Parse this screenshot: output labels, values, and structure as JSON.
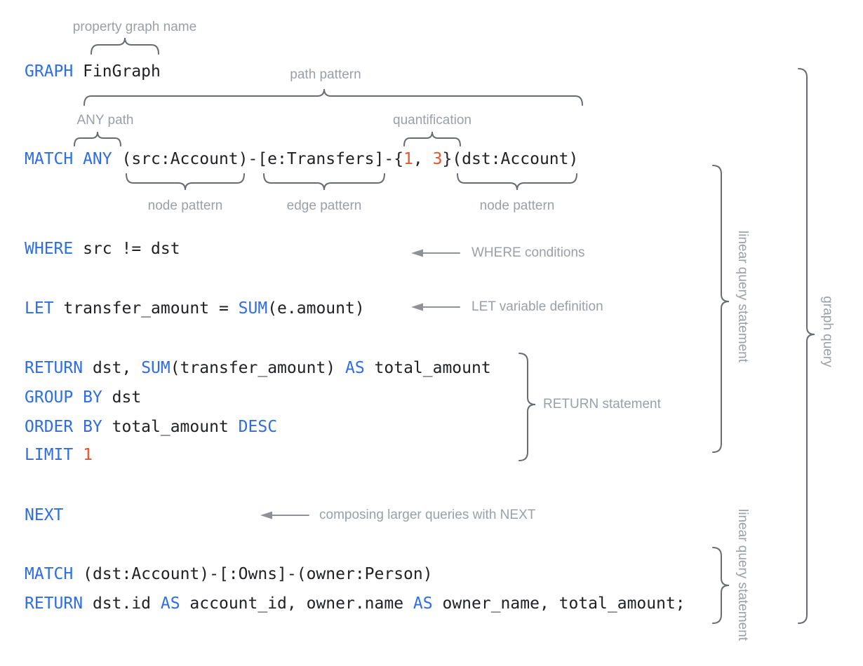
{
  "colors": {
    "keyword": "#2e6de4",
    "number": "#e8542e",
    "code_text": "#202124",
    "annotation_gray": "#9aa0a6",
    "brace_gray": "#686b70"
  },
  "code_lines": [
    {
      "name": "graph-clause",
      "tokens": [
        {
          "t": "kw",
          "s": "GRAPH"
        },
        {
          "t": "p",
          "s": " FinGraph"
        }
      ]
    },
    {
      "name": "match-clause",
      "tokens": [
        {
          "t": "kw",
          "s": "MATCH ANY"
        },
        {
          "t": "p",
          "s": " (src:Account)-[e:Transfers]-{"
        },
        {
          "t": "num",
          "s": "1"
        },
        {
          "t": "p",
          "s": ", "
        },
        {
          "t": "num",
          "s": "3"
        },
        {
          "t": "p",
          "s": "}(dst:Account)"
        }
      ]
    },
    {
      "name": "where-clause",
      "tokens": [
        {
          "t": "kw",
          "s": "WHERE"
        },
        {
          "t": "p",
          "s": " src != dst"
        }
      ]
    },
    {
      "name": "let-clause",
      "tokens": [
        {
          "t": "kw",
          "s": "LET"
        },
        {
          "t": "p",
          "s": " transfer_amount = "
        },
        {
          "t": "kw",
          "s": "SUM"
        },
        {
          "t": "p",
          "s": "(e.amount)"
        }
      ]
    },
    {
      "name": "return-clause",
      "tokens": [
        {
          "t": "kw",
          "s": "RETURN"
        },
        {
          "t": "p",
          "s": " dst, "
        },
        {
          "t": "kw",
          "s": "SUM"
        },
        {
          "t": "p",
          "s": "(transfer_amount) "
        },
        {
          "t": "kw",
          "s": "AS"
        },
        {
          "t": "p",
          "s": " total_amount"
        }
      ]
    },
    {
      "name": "group-by-clause",
      "tokens": [
        {
          "t": "kw",
          "s": "GROUP BY"
        },
        {
          "t": "p",
          "s": " dst"
        }
      ]
    },
    {
      "name": "order-by-clause",
      "tokens": [
        {
          "t": "kw",
          "s": "ORDER BY"
        },
        {
          "t": "p",
          "s": " total_amount "
        },
        {
          "t": "kw",
          "s": "DESC"
        }
      ]
    },
    {
      "name": "limit-clause",
      "tokens": [
        {
          "t": "kw",
          "s": "LIMIT"
        },
        {
          "t": "p",
          "s": " "
        },
        {
          "t": "num",
          "s": "1"
        }
      ]
    },
    {
      "name": "next-clause",
      "tokens": [
        {
          "t": "kw",
          "s": "NEXT"
        }
      ]
    },
    {
      "name": "match-clause-2",
      "tokens": [
        {
          "t": "kw",
          "s": "MATCH"
        },
        {
          "t": "p",
          "s": " (dst:Account)-[:Owns]-(owner:Person)"
        }
      ]
    },
    {
      "name": "return-clause-2",
      "tokens": [
        {
          "t": "kw",
          "s": "RETURN"
        },
        {
          "t": "p",
          "s": " dst.id "
        },
        {
          "t": "kw",
          "s": "AS"
        },
        {
          "t": "p",
          "s": " account_id, owner.name "
        },
        {
          "t": "kw",
          "s": "AS"
        },
        {
          "t": "p",
          "s": " owner_name, total_amount;"
        }
      ]
    }
  ],
  "annotations": {
    "property_graph_name": "property graph name",
    "path_pattern": "path pattern",
    "any_path": "ANY path",
    "quantification": "quantification",
    "node_pattern_left": "node pattern",
    "edge_pattern": "edge pattern",
    "node_pattern_right": "node pattern",
    "where_conditions": "WHERE conditions",
    "let_variable_definition": "LET variable definition",
    "return_statement": "RETURN statement",
    "composing_next": "composing larger queries with NEXT",
    "linear_query_statement_top": "linear query statement",
    "linear_query_statement_bottom": "linear query statement",
    "graph_query": "graph query"
  }
}
